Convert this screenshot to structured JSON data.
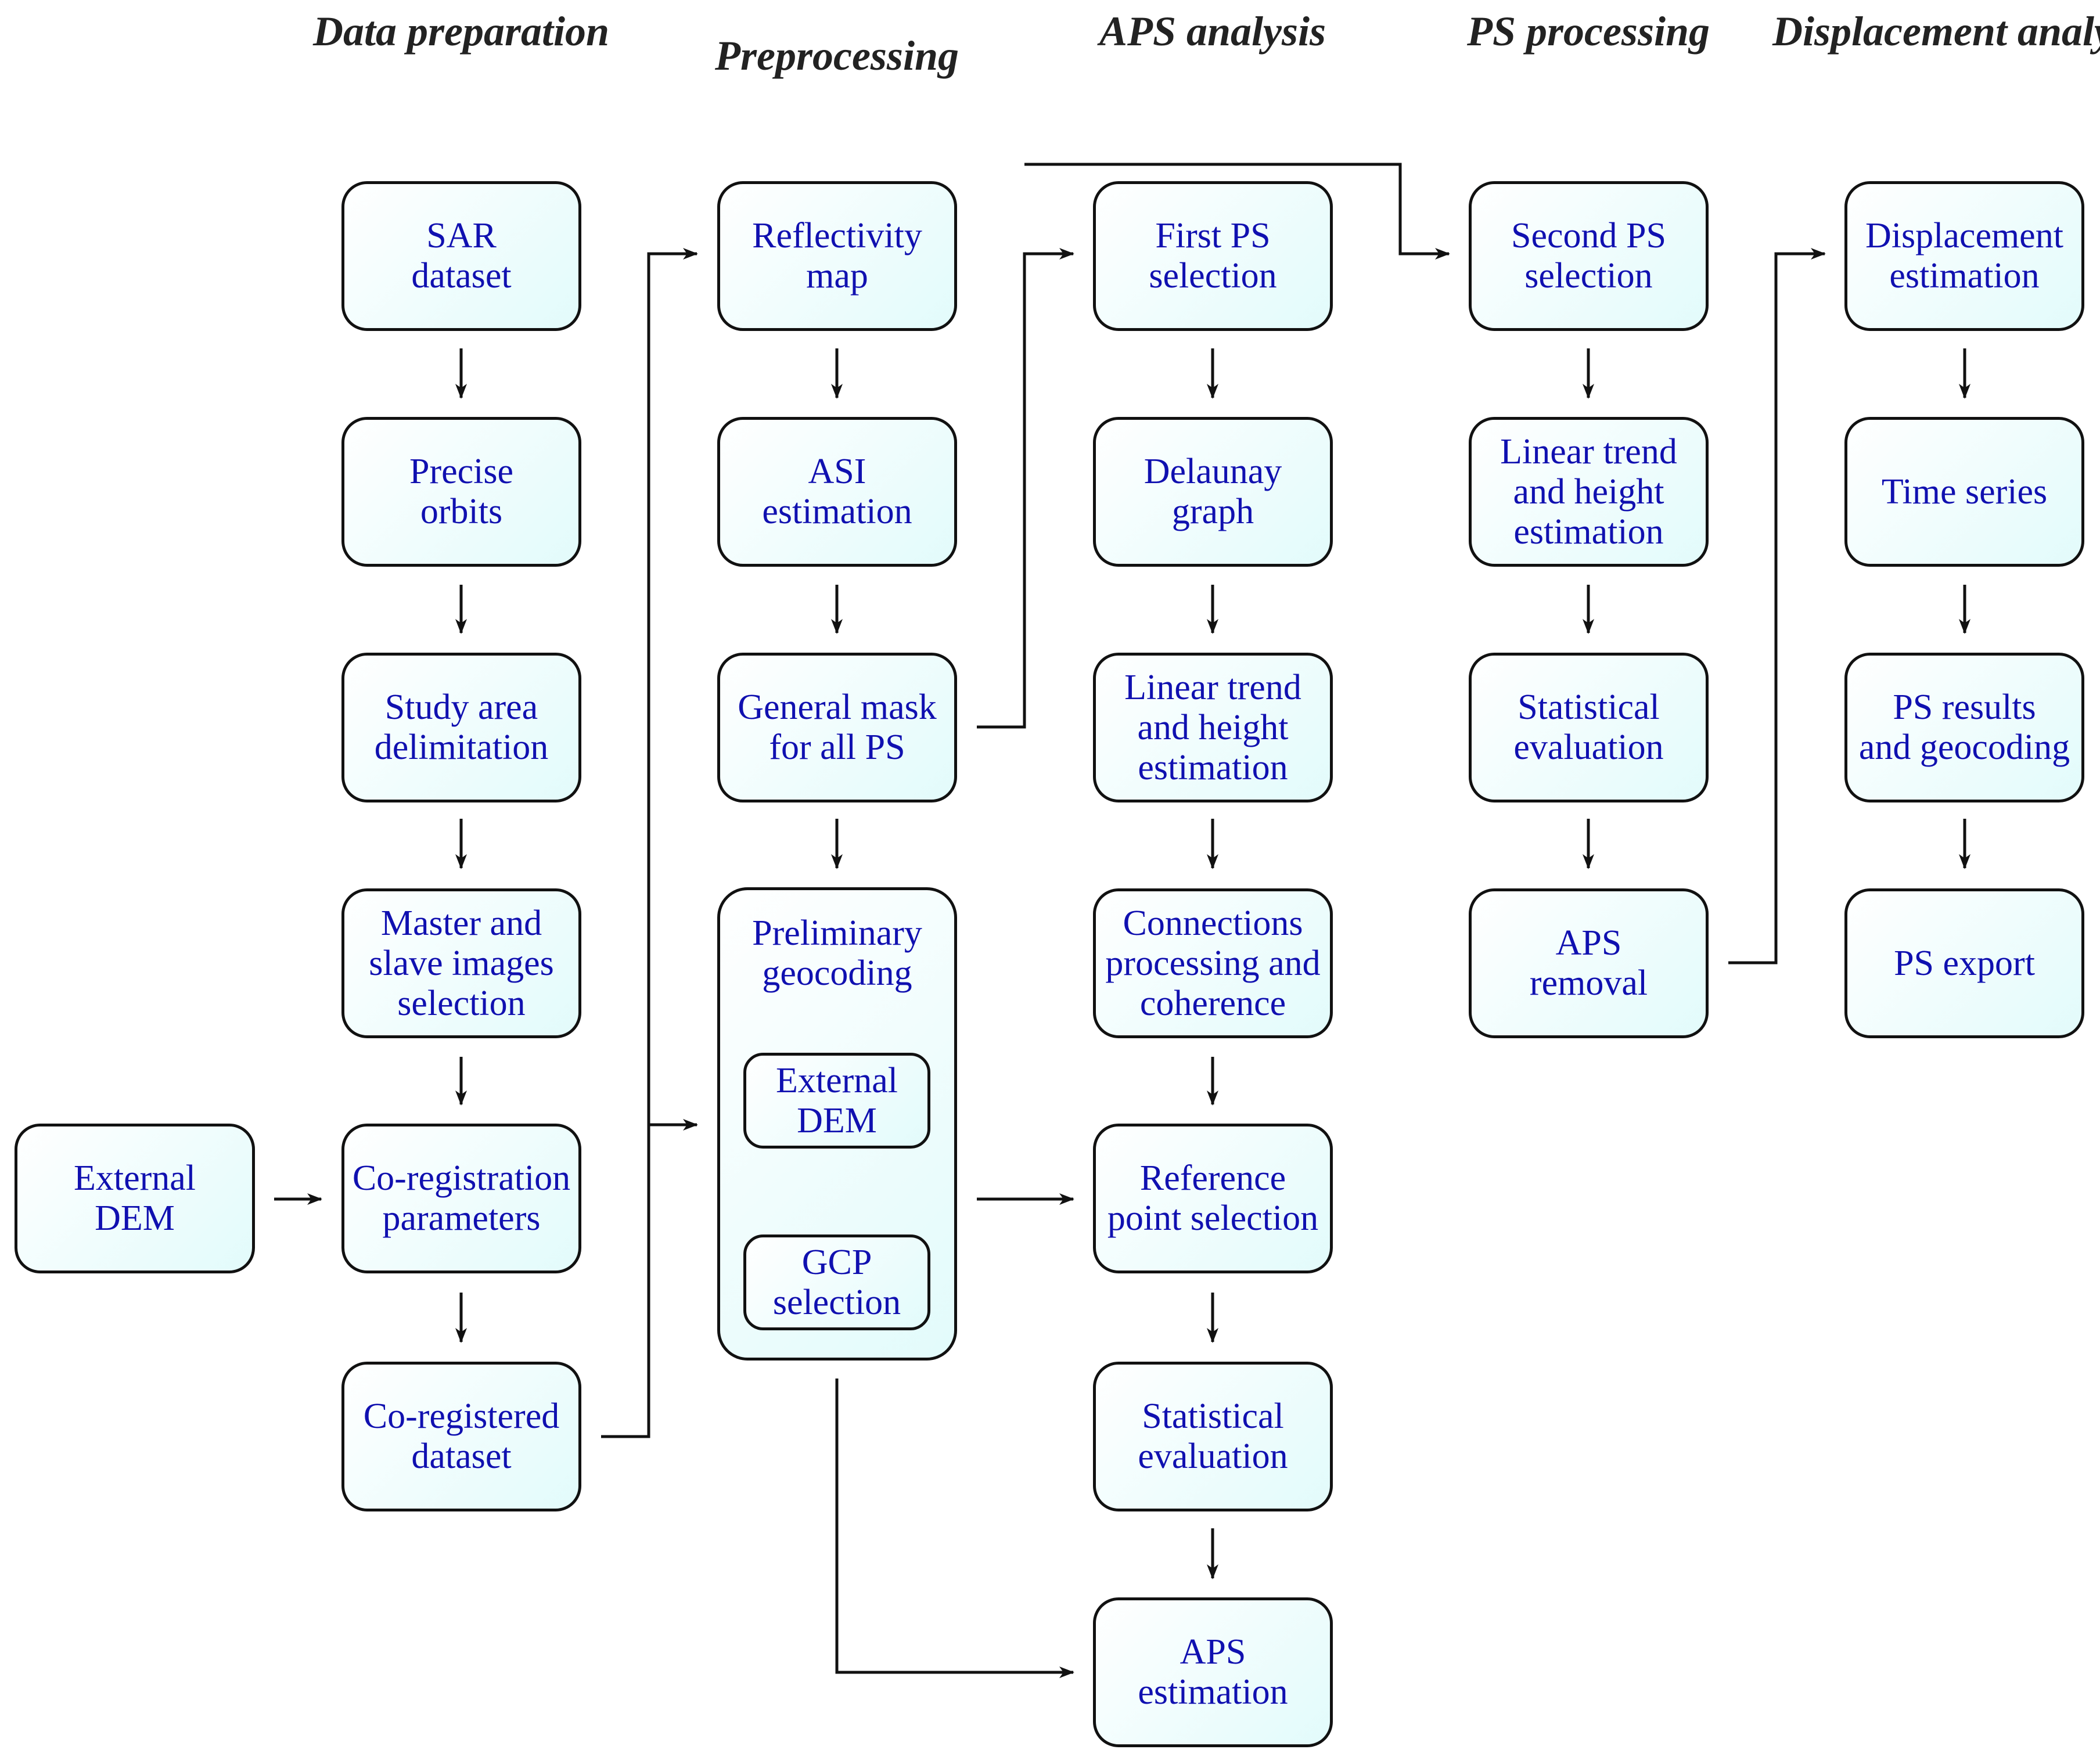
{
  "columns": [
    {
      "id": "data-preparation",
      "title": "Data\npreparation"
    },
    {
      "id": "preprocessing",
      "title": "Preprocessing"
    },
    {
      "id": "aps-analysis",
      "title": "APS\nanalysis"
    },
    {
      "id": "ps-processing",
      "title": "PS\nprocessing"
    },
    {
      "id": "displacement-analysis",
      "title": "Displacement\nanalysis"
    }
  ],
  "nodes": {
    "external_dem_input": "External\nDEM",
    "sar_dataset": "SAR\ndataset",
    "precise_orbits": "Precise\norbits",
    "study_area": "Study area\ndelimitation",
    "master_slave": "Master and\nslave images\nselection",
    "coreg_params": "Co-registration\nparameters",
    "coreg_dataset": "Co-registered\ndataset",
    "reflectivity_map": "Reflectivity\nmap",
    "asi_estimation": "ASI\nestimation",
    "general_mask": "General mask\nfor all PS",
    "preliminary_geocoding": "Preliminary\ngeocoding",
    "external_dem_inner": "External\nDEM",
    "gcp_selection": "GCP\nselection",
    "first_ps": "First PS\nselection",
    "delaunay": "Delaunay\ngraph",
    "linear_trend_1": "Linear trend\nand height\nestimation",
    "connections": "Connections\nprocessing and\ncoherence",
    "reference_point": "Reference\npoint selection",
    "statistical_eval_1": "Statistical\nevaluation",
    "aps_estimation": "APS\nestimation",
    "second_ps": "Second PS\nselection",
    "linear_trend_2": "Linear trend\nand height\nestimation",
    "statistical_eval_2": "Statistical\nevaluation",
    "aps_removal": "APS\nremoval",
    "displacement_estimation": "Displacement\nestimation",
    "time_series": "Time series",
    "ps_results": "PS results\nand geocoding",
    "ps_export": "PS export"
  },
  "colors": {
    "box_border": "#111111",
    "box_fill_start": "#ffffff",
    "box_fill_end": "#e2fbfb",
    "node_text": "#1010b0",
    "header_text": "#222222",
    "connector": "#111111"
  }
}
